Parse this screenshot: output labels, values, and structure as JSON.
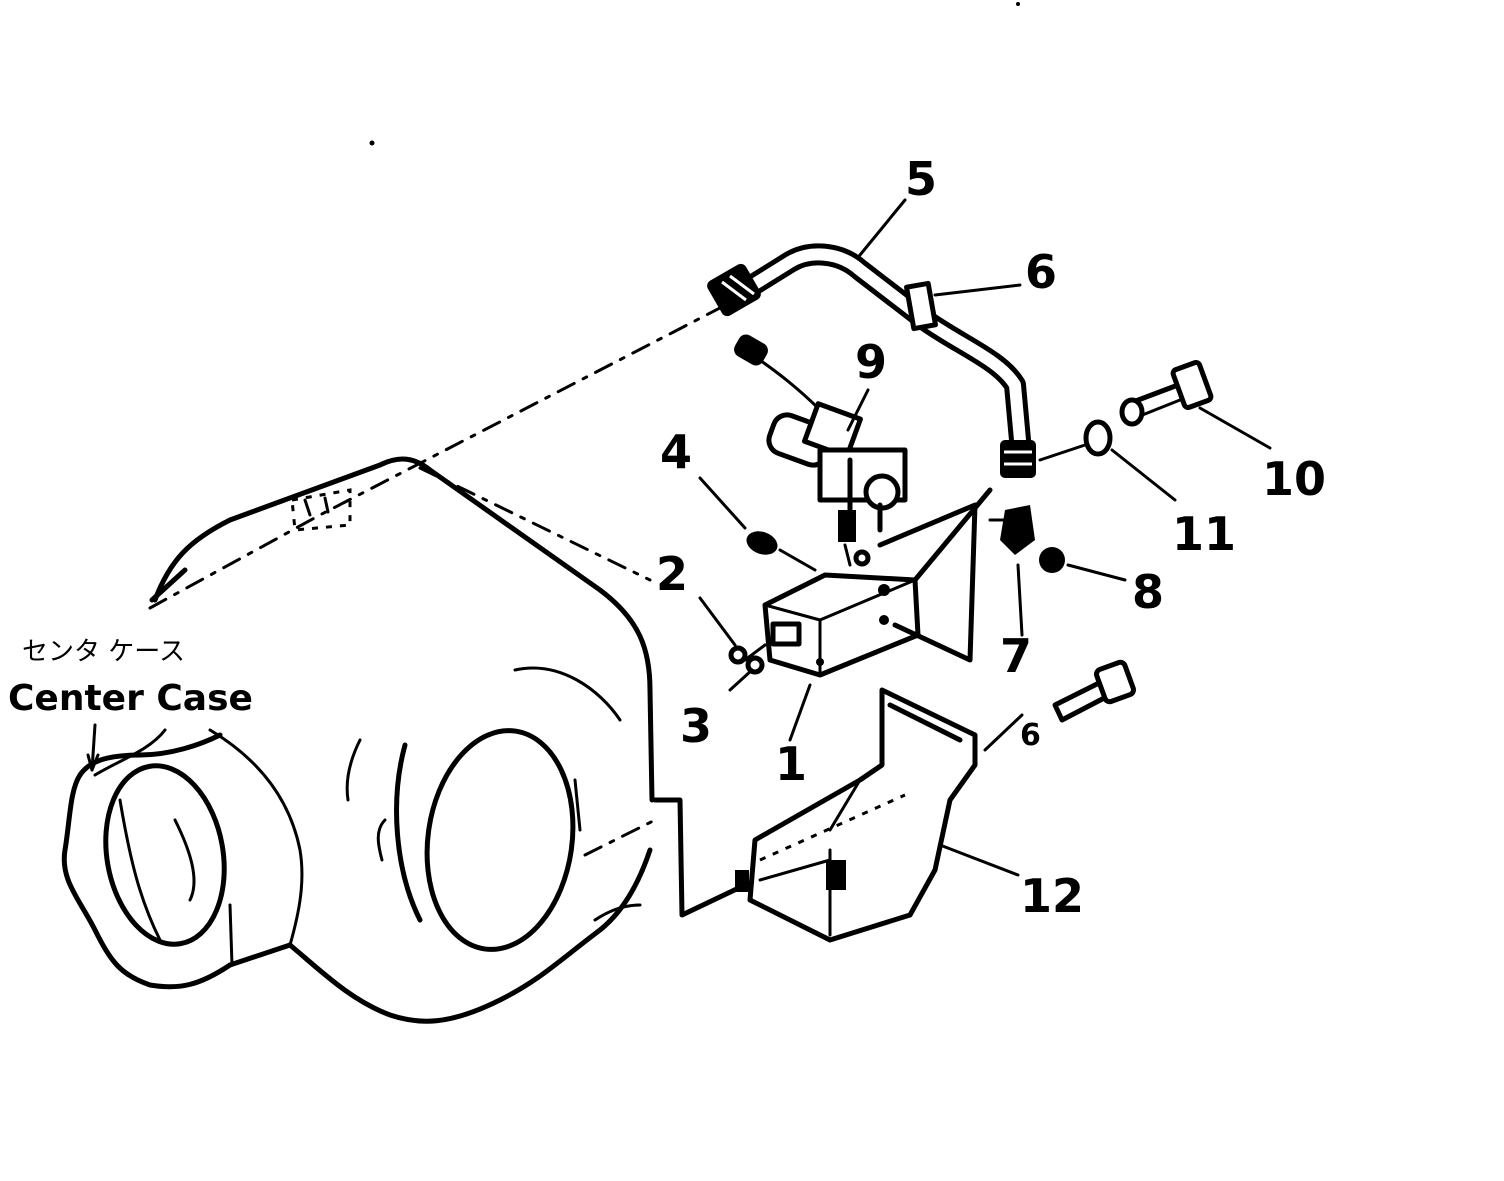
{
  "case_label_jp": "センタ ケース",
  "case_label_en": "Center Case",
  "callouts": [
    {
      "id": "c1",
      "text": "1"
    },
    {
      "id": "c2",
      "text": "2"
    },
    {
      "id": "c3",
      "text": "3"
    },
    {
      "id": "c4",
      "text": "4"
    },
    {
      "id": "c5",
      "text": "5"
    },
    {
      "id": "c6",
      "text": "6"
    },
    {
      "id": "c7",
      "text": "7"
    },
    {
      "id": "c8",
      "text": "8"
    },
    {
      "id": "c9",
      "text": "9"
    },
    {
      "id": "c10",
      "text": "10"
    },
    {
      "id": "c11",
      "text": "11"
    },
    {
      "id": "c12",
      "text": "12"
    },
    {
      "id": "c6b",
      "text": "6"
    }
  ]
}
